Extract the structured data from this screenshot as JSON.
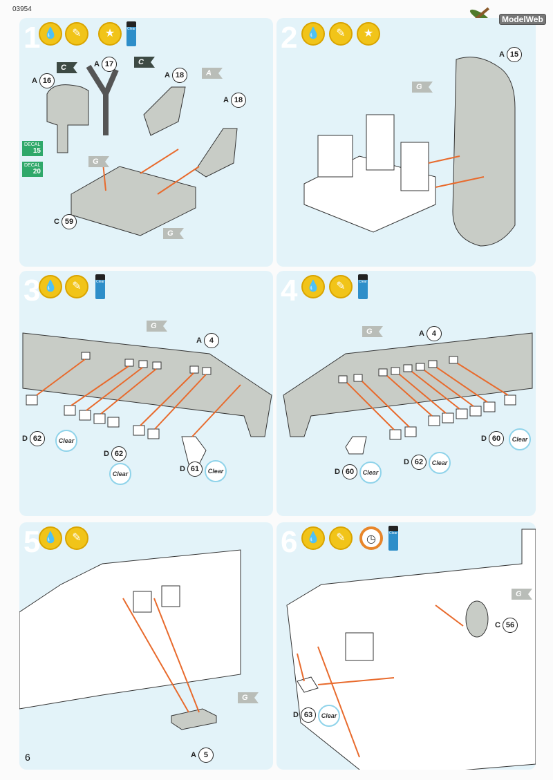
{
  "doc_number": "03954",
  "logo_text": "ModelWeb",
  "page_number": "6",
  "bottle_label": "Clear",
  "steps": [
    {
      "number": "1",
      "callouts": [
        {
          "sprue": "A",
          "part": "16"
        },
        {
          "sprue": "A",
          "part": "17"
        },
        {
          "sprue": "A",
          "part": "18"
        },
        {
          "sprue": "A",
          "part": "18"
        },
        {
          "sprue": "C",
          "part": "59"
        }
      ],
      "flags": [
        "C",
        "C",
        "A",
        "G",
        "G"
      ],
      "decals": [
        {
          "label": "DECAL",
          "num": "15"
        },
        {
          "label": "DECAL",
          "num": "20"
        }
      ]
    },
    {
      "number": "2",
      "callouts": [
        {
          "sprue": "A",
          "part": "15"
        }
      ],
      "flags": [
        "G"
      ]
    },
    {
      "number": "3",
      "callouts": [
        {
          "sprue": "A",
          "part": "4"
        },
        {
          "sprue": "D",
          "part": "62"
        },
        {
          "sprue": "D",
          "part": "62"
        },
        {
          "sprue": "D",
          "part": "61"
        }
      ],
      "flags": [
        "G"
      ],
      "clear": "Clear"
    },
    {
      "number": "4",
      "callouts": [
        {
          "sprue": "A",
          "part": "4"
        },
        {
          "sprue": "D",
          "part": "60"
        },
        {
          "sprue": "D",
          "part": "62"
        },
        {
          "sprue": "D",
          "part": "60"
        }
      ],
      "flags": [
        "G"
      ],
      "clear": "Clear"
    },
    {
      "number": "5",
      "callouts": [
        {
          "sprue": "A",
          "part": "5"
        }
      ],
      "flags": [
        "G"
      ]
    },
    {
      "number": "6",
      "callouts": [
        {
          "sprue": "C",
          "part": "56"
        },
        {
          "sprue": "D",
          "part": "63"
        }
      ],
      "flags": [
        "G"
      ],
      "clear": "Clear"
    }
  ]
}
